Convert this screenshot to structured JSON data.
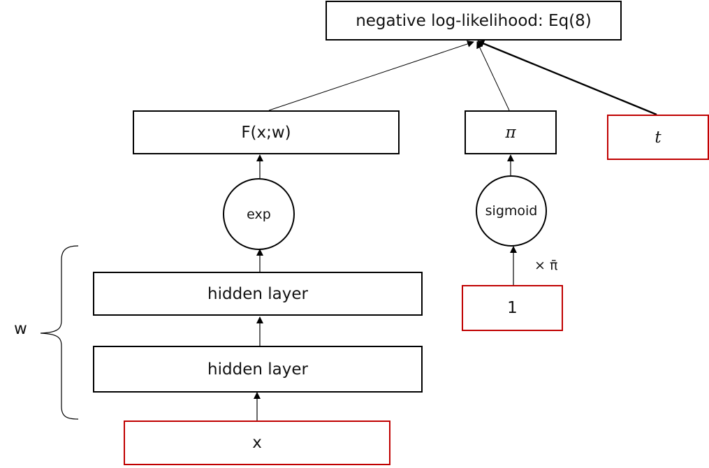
{
  "diagram": {
    "nodes": {
      "nll": {
        "label": "negative log-likelihood: Eq(8)"
      },
      "F": {
        "label": "F(x;w)"
      },
      "pi": {
        "label": "π"
      },
      "t": {
        "label": "t"
      },
      "exp": {
        "label": "exp"
      },
      "sigmoid": {
        "label": "sigmoid"
      },
      "hidden2": {
        "label": "hidden layer"
      },
      "hidden1": {
        "label": "hidden layer"
      },
      "one": {
        "label": "1"
      },
      "x": {
        "label": "x"
      }
    },
    "brace_label": "w",
    "edge_label_scale": "× π̄",
    "edges": [
      {
        "from": "x",
        "to": "hidden1"
      },
      {
        "from": "hidden1",
        "to": "hidden2"
      },
      {
        "from": "hidden2",
        "to": "exp"
      },
      {
        "from": "exp",
        "to": "F"
      },
      {
        "from": "F",
        "to": "nll"
      },
      {
        "from": "one",
        "to": "sigmoid"
      },
      {
        "from": "sigmoid",
        "to": "pi"
      },
      {
        "from": "pi",
        "to": "nll"
      },
      {
        "from": "t",
        "to": "nll"
      }
    ],
    "colors": {
      "input_border": "#c00000",
      "node_border": "#000000"
    }
  }
}
